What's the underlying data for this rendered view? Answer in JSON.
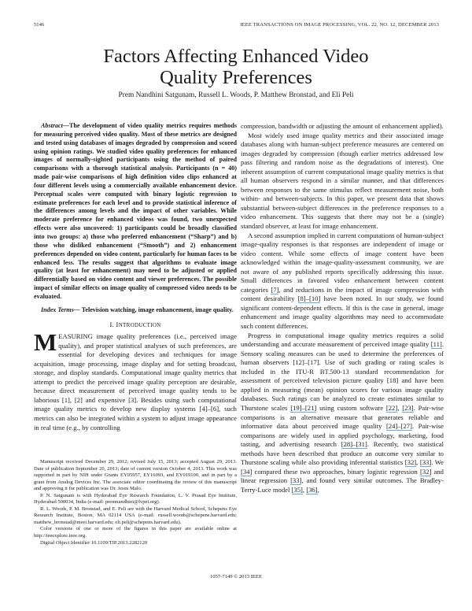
{
  "header": {
    "page_number": "5146",
    "running_head": "IEEE TRANSACTIONS ON IMAGE PROCESSING, VOL. 22, NO. 12, DECEMBER 2013"
  },
  "paper": {
    "title": "Factors Affecting Enhanced Video Quality Preferences",
    "authors": "Prem Nandhini Satgunam, Russell L. Woods, P. Matthew Bronstad, and Eli Peli"
  },
  "abstract": {
    "label": "Abstract—",
    "text": "The development of video quality metrics requires methods for measuring perceived video quality. Most of these metrics are designed and tested using databases of images degraded by compression and scored using opinion ratings. We studied video quality preferences for enhanced images of normally-sighted participants using the method of paired comparisons with a thorough statistical analysis. Participants (n = 40) made pair-wise comparisons of high definition video clips enhanced at four different levels using a commercially available enhancement device. Perceptual scales were computed with binary logistic regression to estimate preferences for each level and to provide statistical inference of the differences among levels and the impact of other variables. While moderate preference for enhanced videos was found, two unexpected effects were also uncovered: 1) participants could be broadly classified into two groups: a) those who preferred enhancement (“Sharp”) and b) those who disliked enhancement (“Smooth”) and 2) enhancement preferences depended on video content, particularly for human faces to be enhanced less. The results suggest that algorithms to evaluate image quality (at least for enhancement) may need to be adjusted or applied differentially based on video content and viewer preferences. The possible impact of similar effects on image quality of compressed video needs to be evaluated."
  },
  "index_terms": {
    "label": "Index Terms—",
    "text": " Television watching, image enhancement, image quality."
  },
  "section1": {
    "number": "I. ",
    "title_first": "I",
    "title_rest": "NTRODUCTION",
    "drop_cap": "M",
    "p1": "EASURING image quality preferences (i.e., perceived image quality), and proper statistical analyses of such preferences, are essential for developing devices and techniques for image acquisition, image processing, image display and for setting broadcast, storage, and display standards. Computational image quality metrics that attempt to predict the perceived image quality perception are desirable, because direct measurement of perceived image quality tends to be laborious [1], [2] and expensive [3]. Besides using such computational image quality metrics to develop new display systems [4]–[6], such metrics can also be integrated within a system to adjust image appearance in real time (e.g., by controlling"
  },
  "right_column": {
    "p0": "compression, bandwidth or adjusting the amount of enhancement applied).",
    "p1": "Most widely used image quality metrics and their associated image databases along with human-subject preference measures are centered on images degraded by compression (though earlier metrics addressed low pass filtering and random noise as the degradations of interest). One inherent assumption of current computational image quality metrics is that all human observers respond in a similar manner, and that differences between responses to the same stimulus reflect measurement noise, both within- and between-subjects. In this paper, we present data that shows substantial between-subject differences in the preference responses to a video enhancement. This suggests that there may not be a (single) standard observer, at least for image enhancement.",
    "p2a": "A second assumption implied in current computations of human-subject image-quality responses is that responses are independent of image or video content. While some effects of image content have been acknowledged within the image-quality-assessment community, we are not aware of any published reports specifically addressing this issue. Small differences in favored video enhancement between content categories ",
    "p2_ref1": "[7]",
    "p2b": ", and reductions in the impact of image compression with content desirability ",
    "p2_ref2": "[8]–[10]",
    "p2c": " have been noted. In our study, we found significant content-dependent effects. If this is the case in general, image enhancement and image quality algorithms may need to accommodate such content differences.",
    "p3a": "Progress in computational image quality metrics requires a solid understanding and accurate measurement of perceived image quality ",
    "p3_ref1": "[11]",
    "p3b": ". Sensory scaling measures can be used to determine the preferences of human observers [12]–[17]. Use of such grading or rating scales is included in the ITU-R BT.500-13 standard recommendation for assessment of perceived television picture quality [18] and have been applied in measuring (mean) opinion scores for various image quality databases. Such ratings can be analyzed to create estimates similar to Thurstone scales ",
    "p3_ref2": "[19]–[21]",
    "p3c": " using custom software ",
    "p3_ref3": "[22]",
    "p3d": ", ",
    "p3_ref4": "[23]",
    "p3e": ". Pair-wise comparisons is an alternative measure that generates reliable and informative data about perceived image quality ",
    "p3_ref5": "[24]–[27]",
    "p3f": ". Pair-wise comparisons are widely used in applied psychology, marketing, food tasting, and advertising research ",
    "p3_ref6": "[28]–[31]",
    "p3g": ". Recently, two statistical methods have been described that produce an outcome very similar to Thurstone scaling while also providing inferential statistics ",
    "p3_ref7": "[32]",
    "p3h": ", ",
    "p3_ref8": "[33]",
    "p3i": ". We ",
    "p3_ref9": "[34]",
    "p3j": " compared these two approaches, binary logistic regression ",
    "p3_ref10": "[32]",
    "p3k": " and linear regression ",
    "p3_ref11": "[33]",
    "p3l": ", and found very similar outcomes. The Bradley-Terry-Luce model ",
    "p3_ref12": "[35]",
    "p3m": ", ",
    "p3_ref13": "[36]",
    "p3n": ","
  },
  "footnotes": {
    "f1": "Manuscript received December 29, 2012; revised July 15, 2013; accepted August 29, 2013. Date of publication September 20, 2013; date of current version October 4, 2013. This work was supported in part by NIH under Grants EY05957, EY16093, and EY019100, and in part by a grant from Analog Devices Inc. The associate editor coordinating the review of this manuscript and approving it for publication was Dr. Jesus Malo.",
    "f2": "P. N. Satgunam is with Hyderabad Eye Research Foundation, L. V. Prasad Eye Institute, Hyderabad 500034, India (e-mail: premnandhini@lvpei.org).",
    "f3": "R. L. Woods, P. M. Bronstad, and E. Peli are with the Harvard Medical School, Schepens Eye Research Institute, Boston, MA 02114 USA (e-mail: russell.woods@schepens.harvard.edu; matthew_bronstad@meei.harvard.edu; eli.peli@schepens.harvard.edu).",
    "f4": "Color versions of one or more of the figures in this paper are available online at http://ieeexplore.ieee.org.",
    "f5": "Digital Object Identifier 10.1109/TIP.2013.2282120"
  },
  "footer": {
    "copyright": "1057-7149 © 2013 IEEE"
  },
  "colors": {
    "text": "#1a1a1a",
    "link_underline": "#6aa8e0"
  }
}
